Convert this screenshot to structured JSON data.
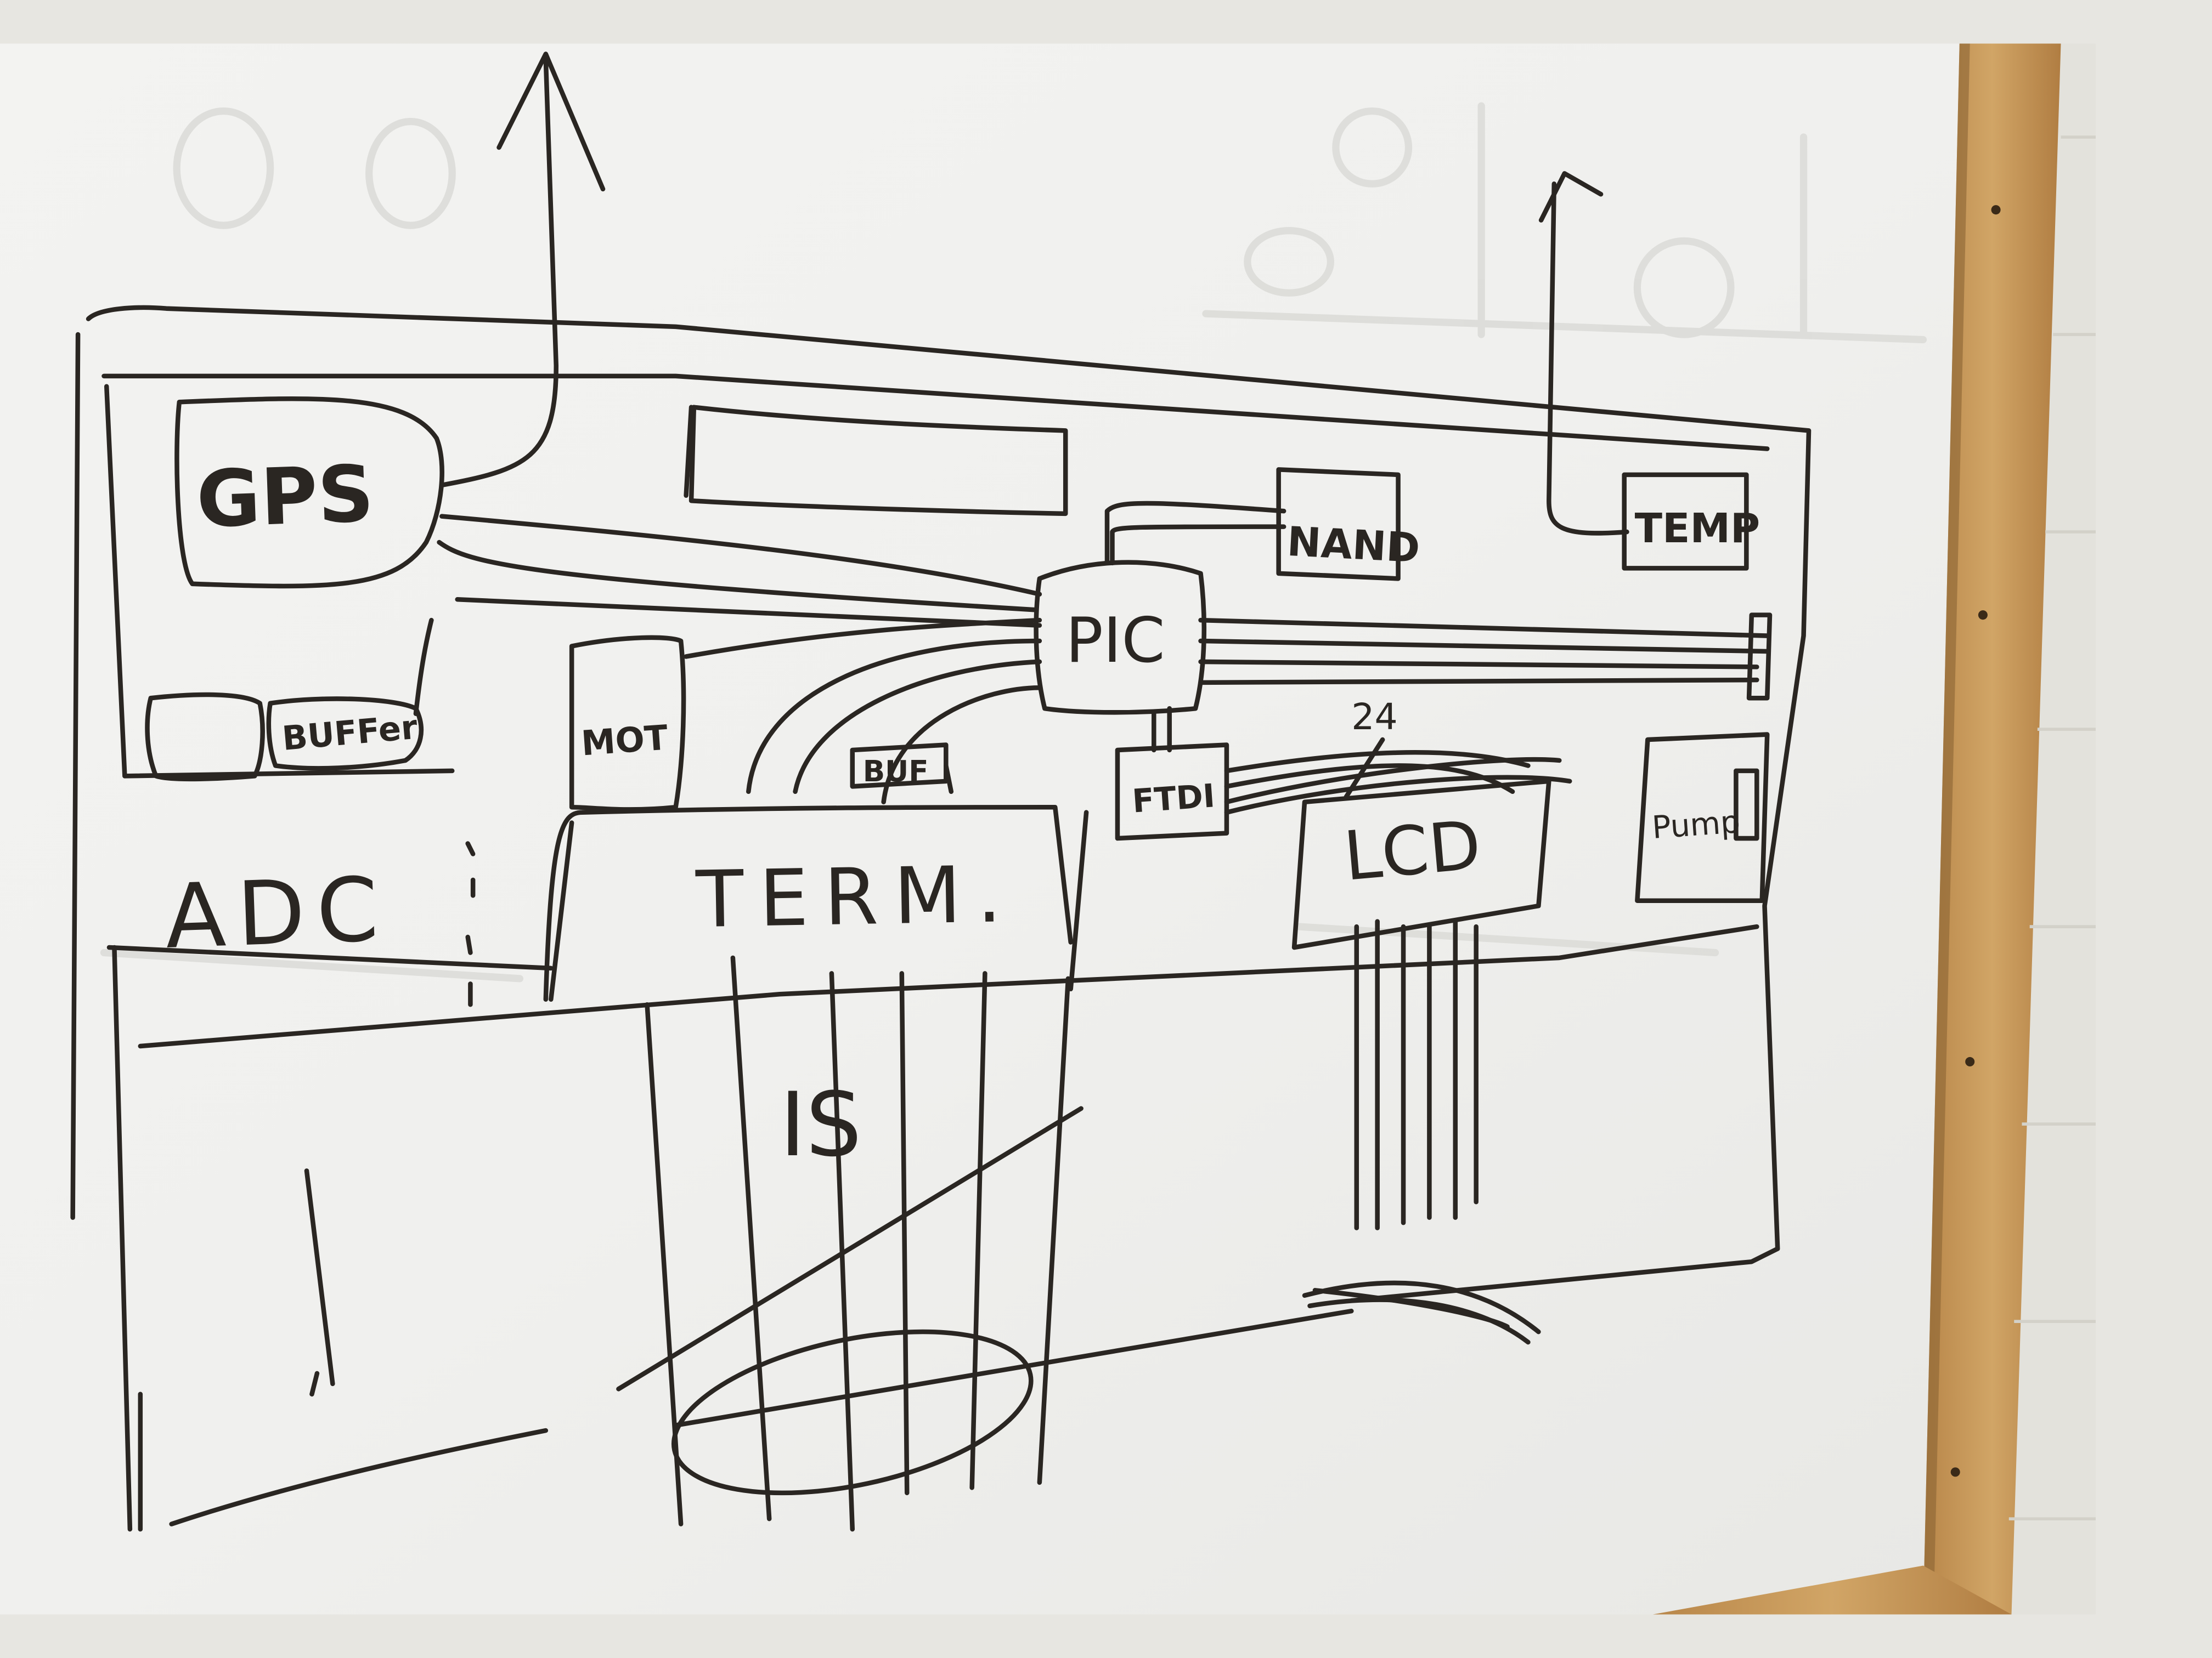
{
  "sketch": {
    "labels": {
      "gps": "GPS",
      "pic": "PIC",
      "nand": "NAND",
      "temp": "TEMP",
      "buffer": "BUFFer",
      "mot": "MOT",
      "buf": "BUF",
      "ftdi": "FTDI",
      "wire_count": "24",
      "lcd": "LCD",
      "pump": "Pump",
      "adc": "ADC",
      "term": "TERM.",
      "is": "IS"
    },
    "colors": {
      "marker": "#2a2622",
      "board": "#f1f1ef",
      "frame_wood": "#c79a5b",
      "wall": "#e4e3dd"
    }
  }
}
